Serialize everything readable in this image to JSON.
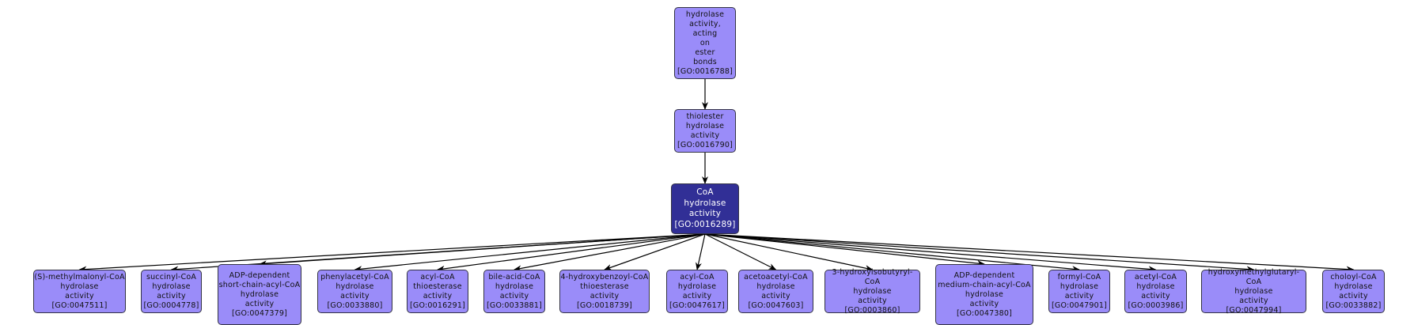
{
  "diagram": {
    "title": "GO term ancestry graph",
    "colors": {
      "node_fill": "#9a8cf9",
      "focus_fill": "#312f96",
      "edge": "#000000"
    },
    "nodes": [
      {
        "id": "GO:0016788",
        "lines": [
          "hydrolase",
          "activity,",
          "acting",
          "on",
          "ester",
          "bonds",
          "[GO:0016788]"
        ],
        "focus": false
      },
      {
        "id": "GO:0016790",
        "lines": [
          "thiolester",
          "hydrolase",
          "activity",
          "[GO:0016790]"
        ],
        "focus": false
      },
      {
        "id": "GO:0016289",
        "lines": [
          "CoA",
          "hydrolase",
          "activity",
          "[GO:0016289]"
        ],
        "focus": true
      },
      {
        "id": "GO:0047511",
        "lines": [
          "(S)-methylmalonyl-CoA",
          "hydrolase",
          "activity",
          "[GO:0047511]"
        ],
        "focus": false
      },
      {
        "id": "GO:0004778",
        "lines": [
          "succinyl-CoA",
          "hydrolase",
          "activity",
          "[GO:0004778]"
        ],
        "focus": false
      },
      {
        "id": "GO:0047379",
        "lines": [
          "ADP-dependent",
          "short-chain-acyl-CoA",
          "hydrolase",
          "activity",
          "[GO:0047379]"
        ],
        "focus": false
      },
      {
        "id": "GO:0033880",
        "lines": [
          "phenylacetyl-CoA",
          "hydrolase",
          "activity",
          "[GO:0033880]"
        ],
        "focus": false
      },
      {
        "id": "GO:0016291",
        "lines": [
          "acyl-CoA",
          "thioesterase",
          "activity",
          "[GO:0016291]"
        ],
        "focus": false
      },
      {
        "id": "GO:0033881",
        "lines": [
          "bile-acid-CoA",
          "hydrolase",
          "activity",
          "[GO:0033881]"
        ],
        "focus": false
      },
      {
        "id": "GO:0018739",
        "lines": [
          "4-hydroxybenzoyl-CoA",
          "thioesterase",
          "activity",
          "[GO:0018739]"
        ],
        "focus": false
      },
      {
        "id": "GO:0047617",
        "lines": [
          "acyl-CoA",
          "hydrolase",
          "activity",
          "[GO:0047617]"
        ],
        "focus": false
      },
      {
        "id": "GO:0047603",
        "lines": [
          "acetoacetyl-CoA",
          "hydrolase",
          "activity",
          "[GO:0047603]"
        ],
        "focus": false
      },
      {
        "id": "GO:0003860",
        "lines": [
          "3-hydroxyisobutyryl-CoA",
          "hydrolase",
          "activity",
          "[GO:0003860]"
        ],
        "focus": false
      },
      {
        "id": "GO:0047380",
        "lines": [
          "ADP-dependent",
          "medium-chain-acyl-CoA",
          "hydrolase",
          "activity",
          "[GO:0047380]"
        ],
        "focus": false
      },
      {
        "id": "GO:0047901",
        "lines": [
          "formyl-CoA",
          "hydrolase",
          "activity",
          "[GO:0047901]"
        ],
        "focus": false
      },
      {
        "id": "GO:0003986",
        "lines": [
          "acetyl-CoA",
          "hydrolase",
          "activity",
          "[GO:0003986]"
        ],
        "focus": false
      },
      {
        "id": "GO:0047994",
        "lines": [
          "hydroxymethylglutaryl-CoA",
          "hydrolase",
          "activity",
          "[GO:0047994]"
        ],
        "focus": false
      },
      {
        "id": "GO:0033882",
        "lines": [
          "choloyl-CoA",
          "hydrolase",
          "activity",
          "[GO:0033882]"
        ],
        "focus": false
      }
    ],
    "edges": [
      {
        "from": "GO:0016788",
        "to": "GO:0016790"
      },
      {
        "from": "GO:0016790",
        "to": "GO:0016289"
      },
      {
        "from": "GO:0016289",
        "to": "GO:0047511"
      },
      {
        "from": "GO:0016289",
        "to": "GO:0004778"
      },
      {
        "from": "GO:0016289",
        "to": "GO:0047379"
      },
      {
        "from": "GO:0016289",
        "to": "GO:0033880"
      },
      {
        "from": "GO:0016289",
        "to": "GO:0016291"
      },
      {
        "from": "GO:0016289",
        "to": "GO:0033881"
      },
      {
        "from": "GO:0016289",
        "to": "GO:0018739"
      },
      {
        "from": "GO:0016289",
        "to": "GO:0047617"
      },
      {
        "from": "GO:0016289",
        "to": "GO:0047603"
      },
      {
        "from": "GO:0016289",
        "to": "GO:0003860"
      },
      {
        "from": "GO:0016289",
        "to": "GO:0047380"
      },
      {
        "from": "GO:0016289",
        "to": "GO:0047901"
      },
      {
        "from": "GO:0016289",
        "to": "GO:0003986"
      },
      {
        "from": "GO:0016289",
        "to": "GO:0047994"
      },
      {
        "from": "GO:0016289",
        "to": "GO:0033882"
      }
    ]
  }
}
